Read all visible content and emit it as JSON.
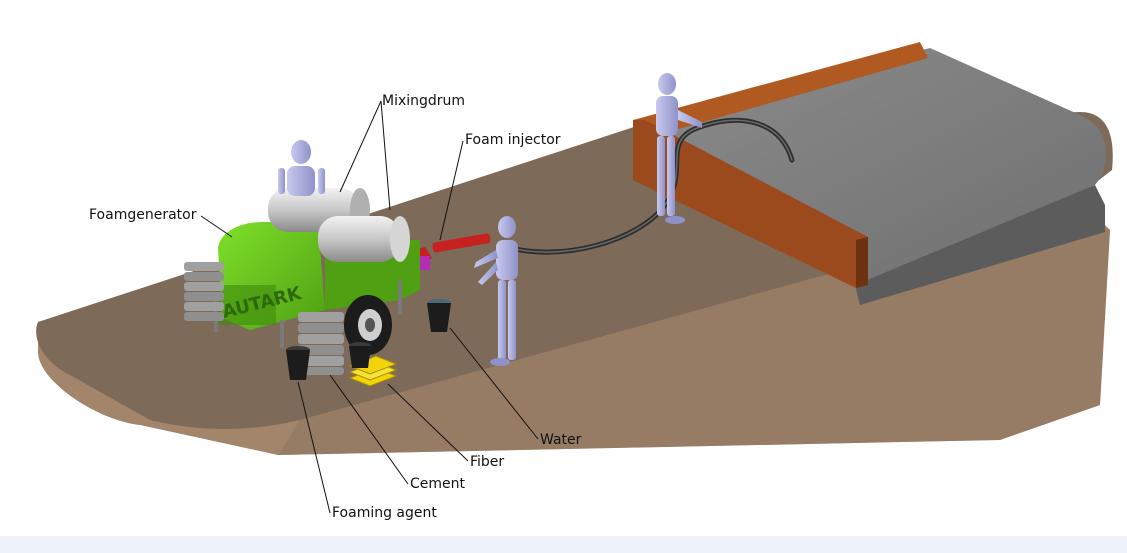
{
  "labels": {
    "mixingdrum": "Mixingdrum",
    "foam_injector": "Foam injector",
    "foamgenerator": "Foamgenerator",
    "water": "Water",
    "fiber": "Fiber",
    "cement": "Cement",
    "foaming_agent": "Foaming agent"
  },
  "machine_brand": "AUTARK",
  "colors": {
    "ground_top": "#7d6a58",
    "ground_side": "#a2856b",
    "slab_top": "#7a7a7a",
    "slab_side": "#5c5c5c",
    "formwork": "#9a4a1c",
    "machine_green": "#5fc21a",
    "drum_silver": "#c8c8c8",
    "figure_lilac": "#a7a9d9",
    "injector_red": "#c62020",
    "hose": "#2e2e2e",
    "fiber_yellow": "#f2d40a",
    "bag_gray": "#9a9a9a",
    "bucket": "#1c1c1c"
  }
}
